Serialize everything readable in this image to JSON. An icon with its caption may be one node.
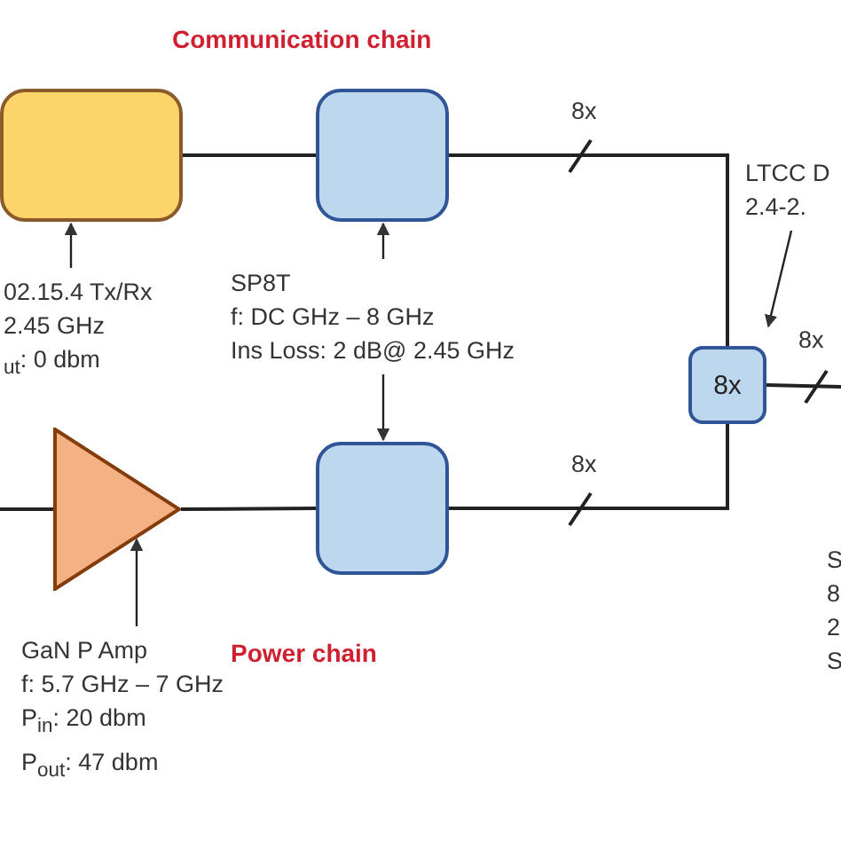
{
  "diagram": {
    "nodes": [
      {
        "text": [],
        "shape": "box"
      },
      {
        "text": [],
        "shape": "box"
      },
      {
        "text": [],
        "shape": "triangle"
      },
      {
        "text": [],
        "shape": "box"
      },
      {
        "text": [
          "8x"
        ]
      },
      {
        "text": [
          "02.15.4 Tx/Rx",
          "2.45 GHz",
          "$_{ut}$: 0 dbm"
        ]
      },
      {
        "text": [
          "SP8T",
          "f: DC GHz – 8 GHz",
          "Ins Loss:  2 dB@ 2.45 GHz"
        ]
      },
      {
        "text": [
          "GaN P Amp",
          "f: 5.7 GHz – 7 GHz",
          "P$_{in}$:   20 dbm",
          "P$_{out}$: 47 dbm"
        ]
      },
      {
        "text": [
          "LTCC D",
          "2.4-2."
        ]
      }
    ],
    "edges": [
      {
        "from": 0,
        "to": 1,
        "arrow": "none"
      },
      {
        "from": 1,
        "to": 4,
        "arrow": "none",
        "label": "8x"
      },
      {
        "from": null,
        "to": 2,
        "arrow": "none"
      },
      {
        "from": 2,
        "to": 3,
        "arrow": "none"
      },
      {
        "from": 3,
        "to": 4,
        "arrow": "none",
        "label": "8x"
      },
      {
        "from": 4,
        "to": null,
        "arrow": "none",
        "label": "8x"
      },
      {
        "from": 5,
        "to": 0,
        "arrow": "to"
      },
      {
        "from": 6,
        "to": 1,
        "arrow": "to"
      },
      {
        "from": 6,
        "to": 3,
        "arrow": "to"
      },
      {
        "from": 7,
        "to": 2,
        "arrow": "to"
      },
      {
        "from": 8,
        "to": 4,
        "arrow": "to"
      }
    ],
    "labels": [
      "Communication chain",
      "Power chain",
      "S",
      "8",
      "2",
      "S"
    ]
  }
}
